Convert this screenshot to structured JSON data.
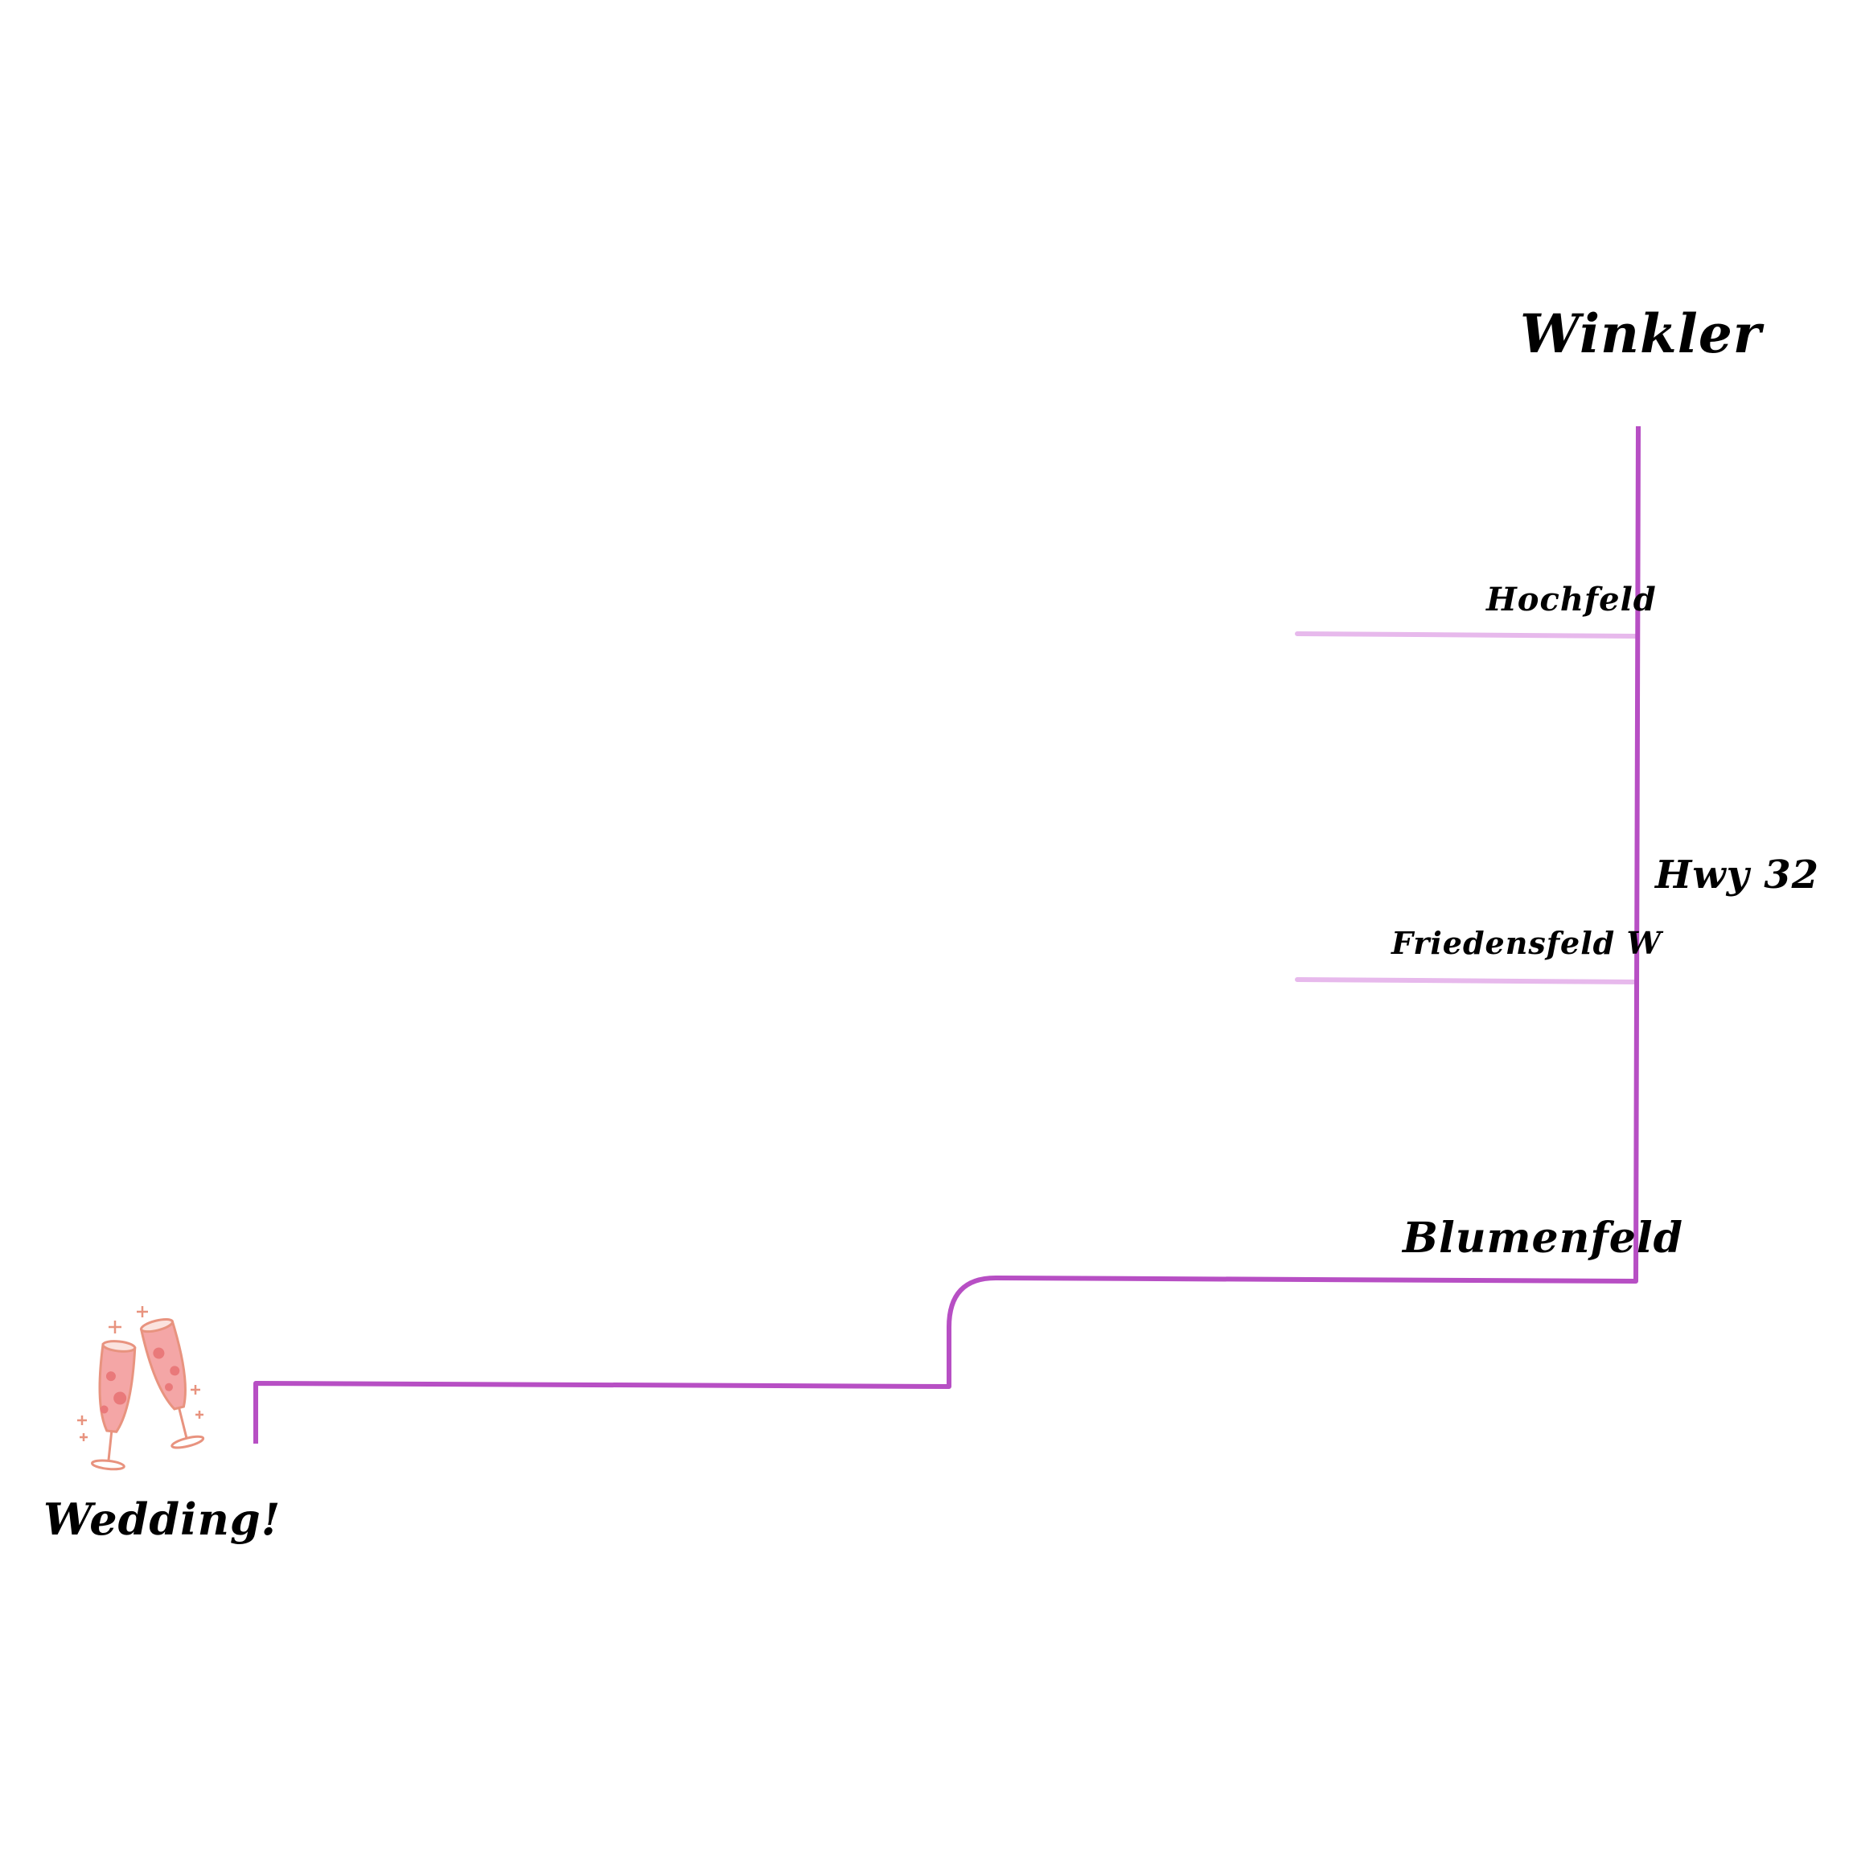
{
  "labels": {
    "destination": "Winkler",
    "side_road_1": "Hochfeld",
    "highway": "Hwy 32",
    "side_road_2": "Friedensfeld W",
    "turn_road": "Blumenfeld",
    "venue": "Wedding!"
  },
  "icons": {
    "venue_icon": "champagne-glasses-icon"
  },
  "colors": {
    "main_route": "#b74fc4",
    "side_road": "#e7b9ec",
    "glass_fill": "#f4a6a6",
    "glass_outline": "#e8937f",
    "text": "#000000"
  }
}
